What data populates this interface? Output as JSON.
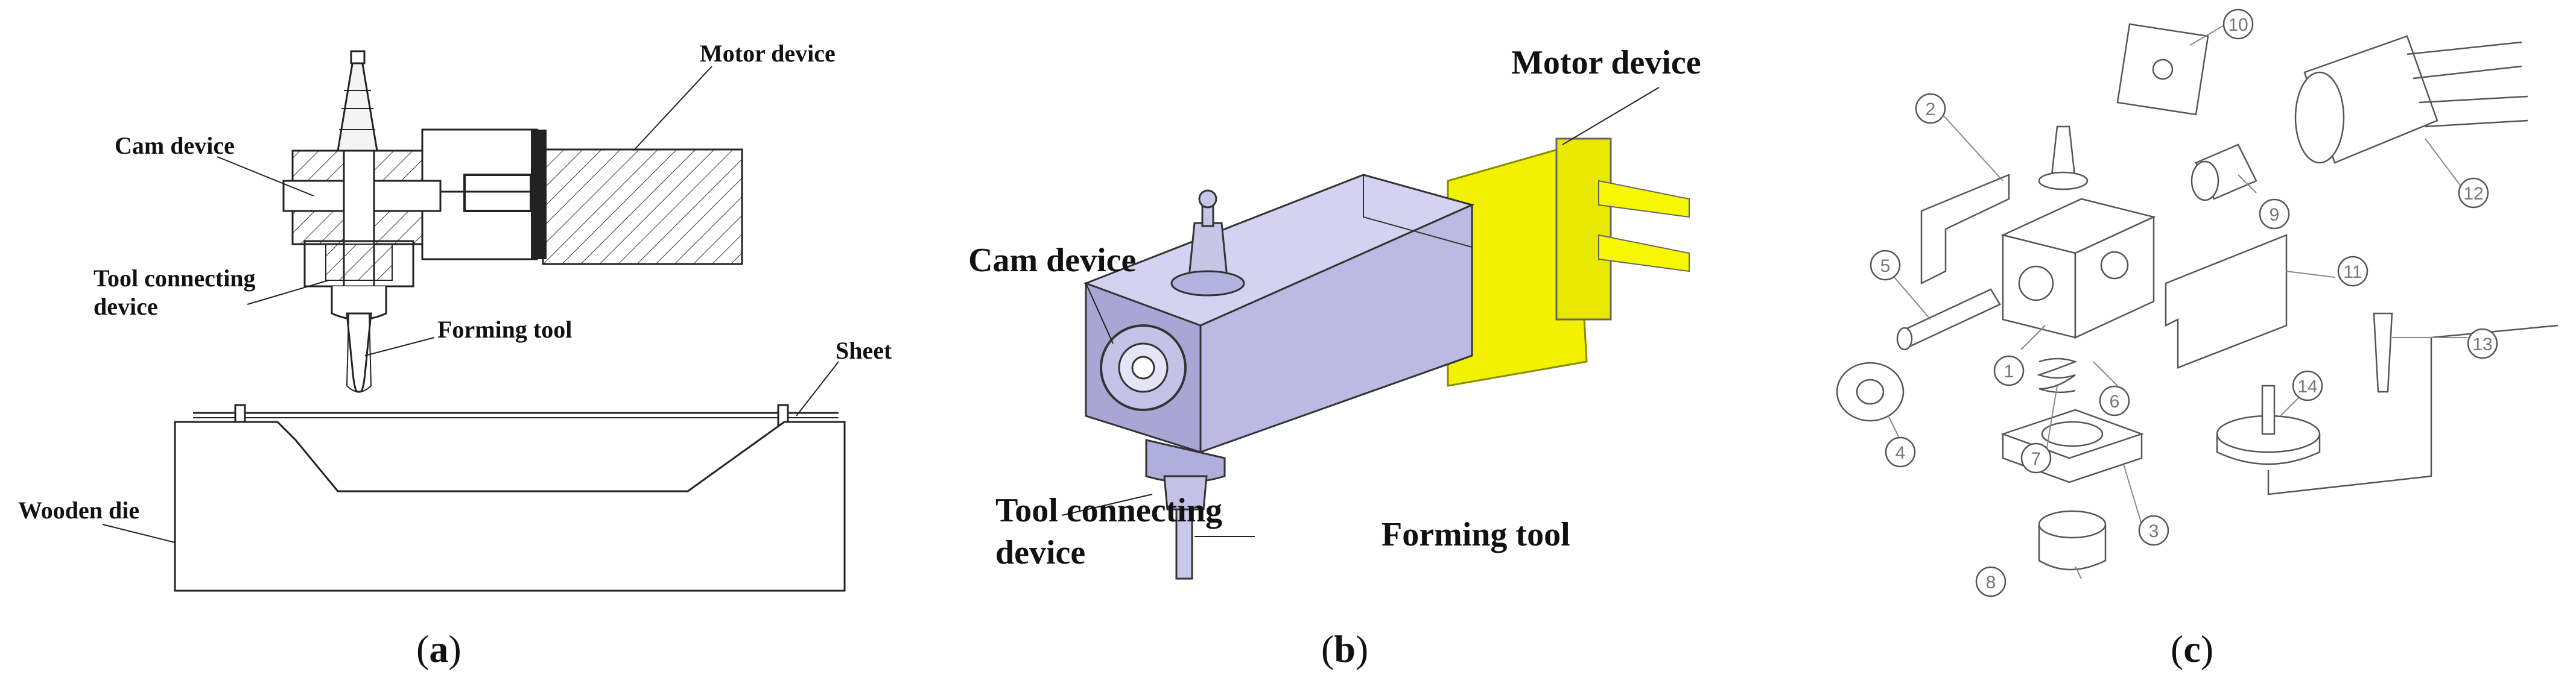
{
  "panels": [
    {
      "id": "a",
      "caption_letter": "a",
      "labels": {
        "motor": "Motor device",
        "cam": "Cam device",
        "tool_connecting_1": "Tool connecting",
        "tool_connecting_2": "device",
        "forming_tool": "Forming tool",
        "sheet": "Sheet",
        "wooden_die": "Wooden die"
      }
    },
    {
      "id": "b",
      "caption_letter": "b",
      "labels": {
        "motor": "Motor device",
        "cam": "Cam device",
        "tool_connecting_1": "Tool connecting",
        "tool_connecting_2": "device",
        "forming_tool": "Forming tool"
      }
    },
    {
      "id": "c",
      "caption_letter": "c",
      "part_numbers": [
        "1",
        "2",
        "3",
        "4",
        "5",
        "6",
        "7",
        "8",
        "9",
        "10",
        "11",
        "12",
        "13",
        "14"
      ]
    }
  ],
  "colors": {
    "motor_yellow": "#f2f200",
    "body_lavender": "#b9b7e0",
    "line": "#222222"
  }
}
